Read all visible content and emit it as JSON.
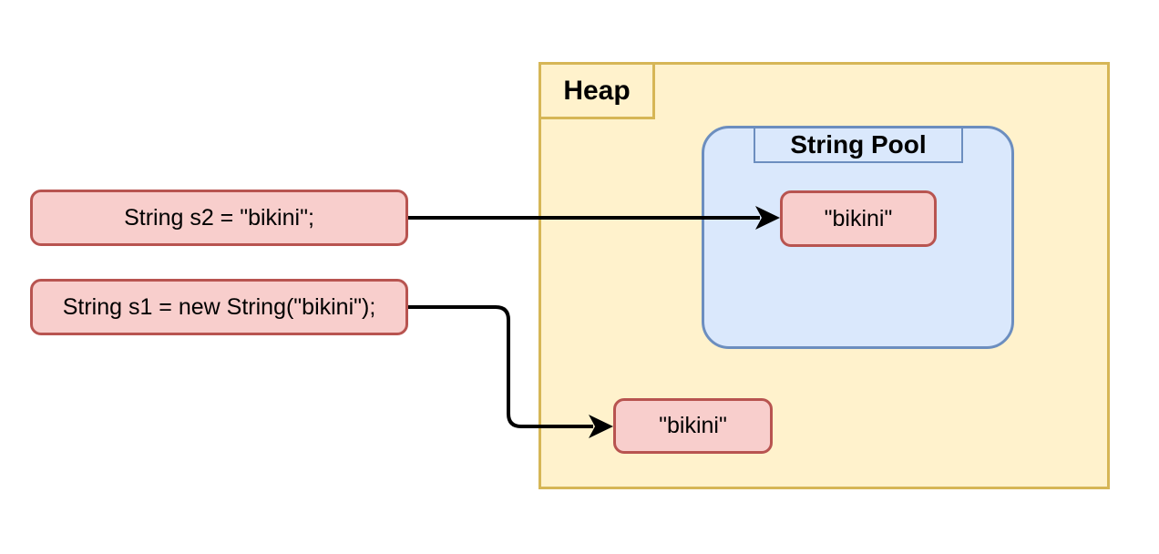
{
  "colors": {
    "canvas": "#FFFFFF",
    "heap-fill": "#FFF2CC",
    "heap-stroke": "#D6B656",
    "pool-fill": "#DAE8FC",
    "pool-stroke": "#6C8EBF",
    "cell-fill": "#F8CECC",
    "cell-stroke": "#B85450",
    "arrow": "#000000",
    "text": "#000000"
  },
  "heap": {
    "label": "Heap",
    "string_pool": {
      "label": "String Pool",
      "literal": "\"bikini\""
    },
    "object": "\"bikini\""
  },
  "statements": {
    "s2": "String s2 = \"bikini\";",
    "s1": "String s1 = new String(\"bikini\");"
  }
}
